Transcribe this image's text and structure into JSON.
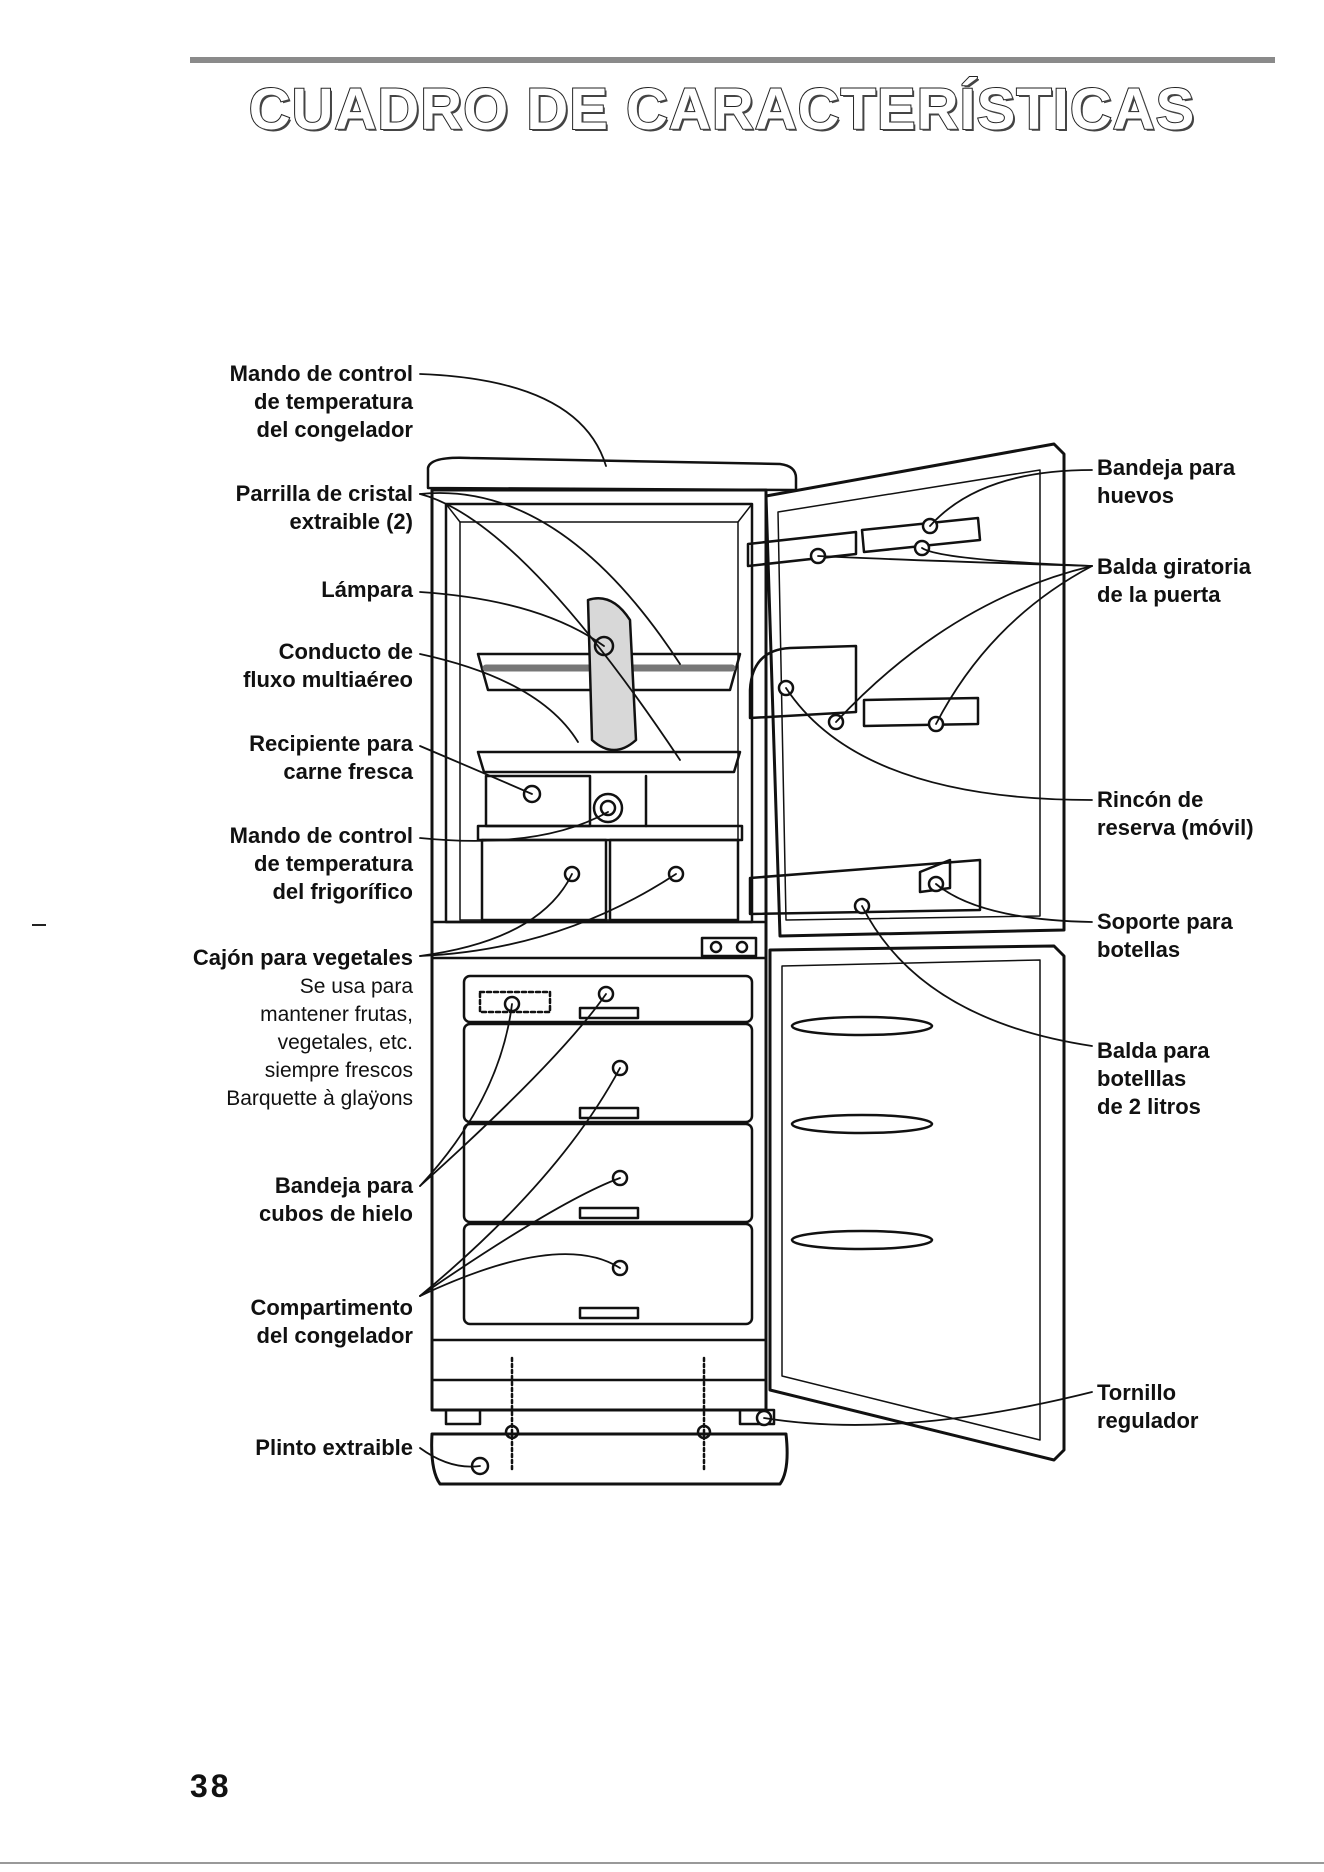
{
  "title": "CUADRO DE CARACTERÍSTICAS",
  "page_number": "38",
  "labels_left": {
    "mando_congelador": [
      "Mando de control",
      "de temperatura",
      "del congelador"
    ],
    "parrilla": [
      "Parrilla de cristal",
      "extraible (2)"
    ],
    "lampara": [
      "Lámpara"
    ],
    "conducto": [
      "Conducto de",
      "fluxo multiaéreo"
    ],
    "recipiente": [
      "Recipiente para",
      "carne fresca"
    ],
    "mando_frigorifico": [
      "Mando de control",
      "de temperatura",
      "del frigorífico"
    ],
    "cajon": [
      "Cajón para vegetales"
    ],
    "cajon_note": [
      "Se usa para",
      "mantener frutas,",
      "vegetales, etc.",
      "siempre frescos",
      "Barquette à glaÿons"
    ],
    "bandeja_hielo": [
      "Bandeja para",
      "cubos de hielo"
    ],
    "compartimento": [
      "Compartimento",
      "del congelador"
    ],
    "plinto": [
      "Plinto extraible"
    ]
  },
  "labels_right": {
    "bandeja_huevos": [
      "Bandeja para",
      "huevos"
    ],
    "balda_giratoria": [
      "Balda giratoria",
      "de la puerta"
    ],
    "rincon": [
      "Rincón de",
      "reserva (móvil)"
    ],
    "soporte": [
      "Soporte para",
      "botellas"
    ],
    "balda_botellas": [
      "Balda para",
      "botelllas",
      "de 2 litros"
    ],
    "tornillo": [
      "Tornillo",
      "regulador"
    ]
  }
}
